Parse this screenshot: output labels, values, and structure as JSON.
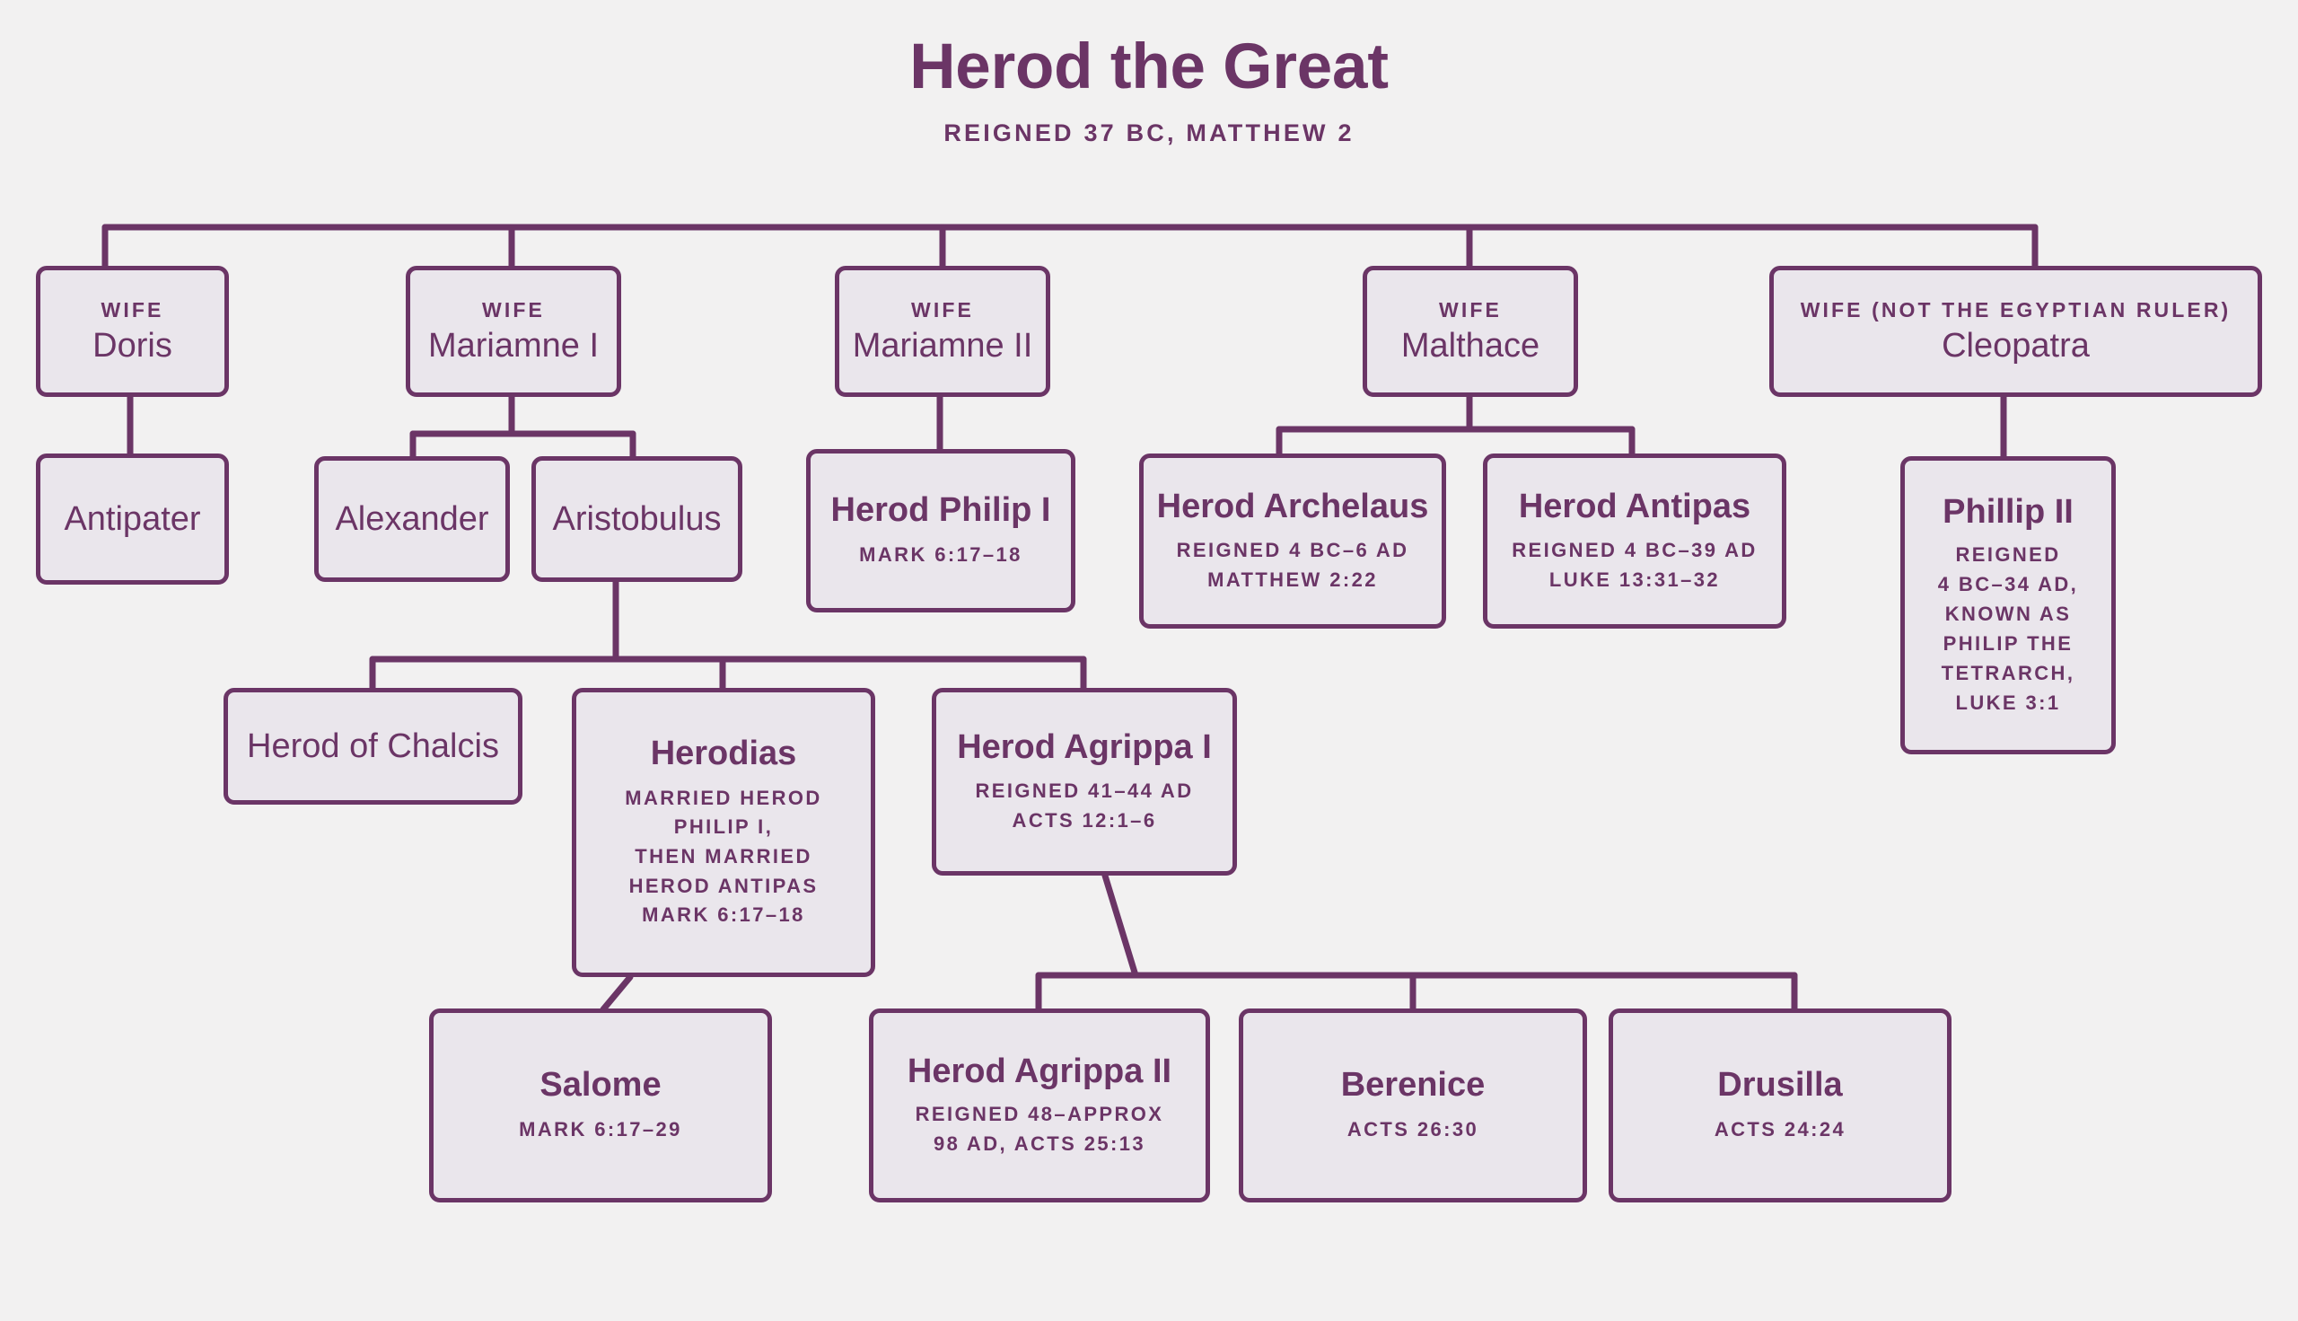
{
  "header": {
    "title": "Herod the Great",
    "subtitle": "REIGNED 37 BC, MATTHEW 2"
  },
  "colors": {
    "accent": "#6b3566",
    "box_fill": "#eae6ec",
    "background": "#f2f1f1"
  },
  "nodes": {
    "doris": {
      "eyebrow": "WIFE",
      "name": "Doris"
    },
    "mariamne1": {
      "eyebrow": "WIFE",
      "name": "Mariamne I"
    },
    "mariamne2": {
      "eyebrow": "WIFE",
      "name": "Mariamne II"
    },
    "malthace": {
      "eyebrow": "WIFE",
      "name": "Malthace"
    },
    "cleopatra": {
      "eyebrow": "WIFE (NOT THE EGYPTIAN RULER)",
      "name": "Cleopatra"
    },
    "antipater": {
      "name": "Antipater"
    },
    "alexander": {
      "name": "Alexander"
    },
    "aristobulus": {
      "name": "Aristobulus"
    },
    "herod_philip_i": {
      "name": "Herod Philip I",
      "meta": "MARK 6:17–18"
    },
    "herod_archelaus": {
      "name": "Herod Archelaus",
      "meta": "REIGNED 4 BC–6 AD\nMATTHEW 2:22"
    },
    "herod_antipas": {
      "name": "Herod Antipas",
      "meta": "REIGNED 4 BC–39 AD\nLUKE 13:31–32"
    },
    "phillip_ii": {
      "name": "Phillip II",
      "meta": "REIGNED\n4 BC–34 AD,\nKNOWN AS\nPHILIP THE\nTETRARCH,\nLUKE 3:1"
    },
    "herod_of_chalcis": {
      "name": "Herod of Chalcis"
    },
    "herodias": {
      "name": "Herodias",
      "meta": "MARRIED HEROD\nPHILIP I,\nTHEN MARRIED\nHEROD ANTIPAS\nMARK 6:17–18"
    },
    "herod_agrippa_i": {
      "name": "Herod Agrippa I",
      "meta": "REIGNED 41–44 AD\nACTS 12:1–6"
    },
    "salome": {
      "name": "Salome",
      "meta": "MARK 6:17–29"
    },
    "herod_agrippa_ii": {
      "name": "Herod Agrippa II",
      "meta": "REIGNED 48–APPROX\n98 AD, ACTS 25:13"
    },
    "berenice": {
      "name": "Berenice",
      "meta": "ACTS 26:30"
    },
    "drusilla": {
      "name": "Drusilla",
      "meta": "ACTS 24:24"
    }
  },
  "chart_data": {
    "type": "diagram",
    "title": "Herod the Great",
    "subtitle": "REIGNED 37 BC, MATTHEW 2",
    "root": "Herod the Great",
    "edges": [
      {
        "from": "Herod the Great",
        "to": "Doris"
      },
      {
        "from": "Herod the Great",
        "to": "Mariamne I"
      },
      {
        "from": "Herod the Great",
        "to": "Mariamne II"
      },
      {
        "from": "Herod the Great",
        "to": "Malthace"
      },
      {
        "from": "Herod the Great",
        "to": "Cleopatra"
      },
      {
        "from": "Doris",
        "to": "Antipater"
      },
      {
        "from": "Mariamne I",
        "to": "Alexander"
      },
      {
        "from": "Mariamne I",
        "to": "Aristobulus"
      },
      {
        "from": "Mariamne II",
        "to": "Herod Philip I"
      },
      {
        "from": "Malthace",
        "to": "Herod Archelaus"
      },
      {
        "from": "Malthace",
        "to": "Herod Antipas"
      },
      {
        "from": "Cleopatra",
        "to": "Phillip II"
      },
      {
        "from": "Aristobulus",
        "to": "Herod of Chalcis"
      },
      {
        "from": "Aristobulus",
        "to": "Herodias"
      },
      {
        "from": "Aristobulus",
        "to": "Herod Agrippa I"
      },
      {
        "from": "Herodias",
        "to": "Salome"
      },
      {
        "from": "Herod Agrippa I",
        "to": "Herod Agrippa II"
      },
      {
        "from": "Herod Agrippa I",
        "to": "Berenice"
      },
      {
        "from": "Herod Agrippa I",
        "to": "Drusilla"
      }
    ]
  }
}
